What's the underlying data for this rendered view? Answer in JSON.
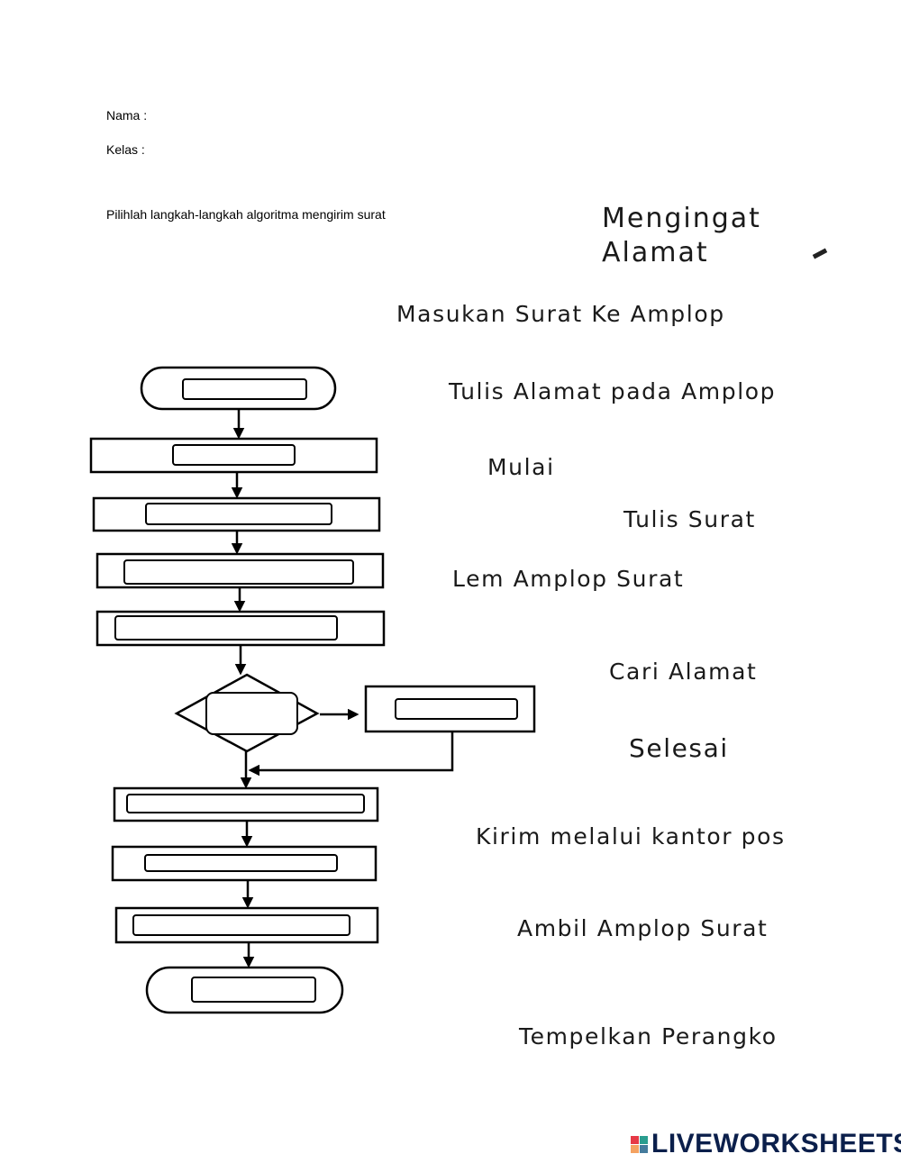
{
  "header": {
    "name_label": "Nama :",
    "class_label": "Kelas :",
    "instruction": "Pilihlah langkah-langkah algoritma mengirim surat"
  },
  "options": [
    "Mengingat Alamat",
    "Masukan Surat Ke Amplop",
    "Tulis Alamat pada Amplop",
    "Mulai",
    "Tulis Surat",
    "Lem Amplop Surat",
    "Cari Alamat",
    "Selesai",
    "Kirim melalui kantor pos",
    "Ambil Amplop Surat",
    "Tempelkan Perangko"
  ],
  "option_words": {
    "mengingat_line1": "Mengingat",
    "mengingat_line2": "Alamat"
  },
  "brand": {
    "name": "LIVEWORKSHEETS",
    "colors": [
      "#e63946",
      "#2a9d8f",
      "#f4a261",
      "#457b9d"
    ],
    "text_color": "#0b1f4b"
  }
}
